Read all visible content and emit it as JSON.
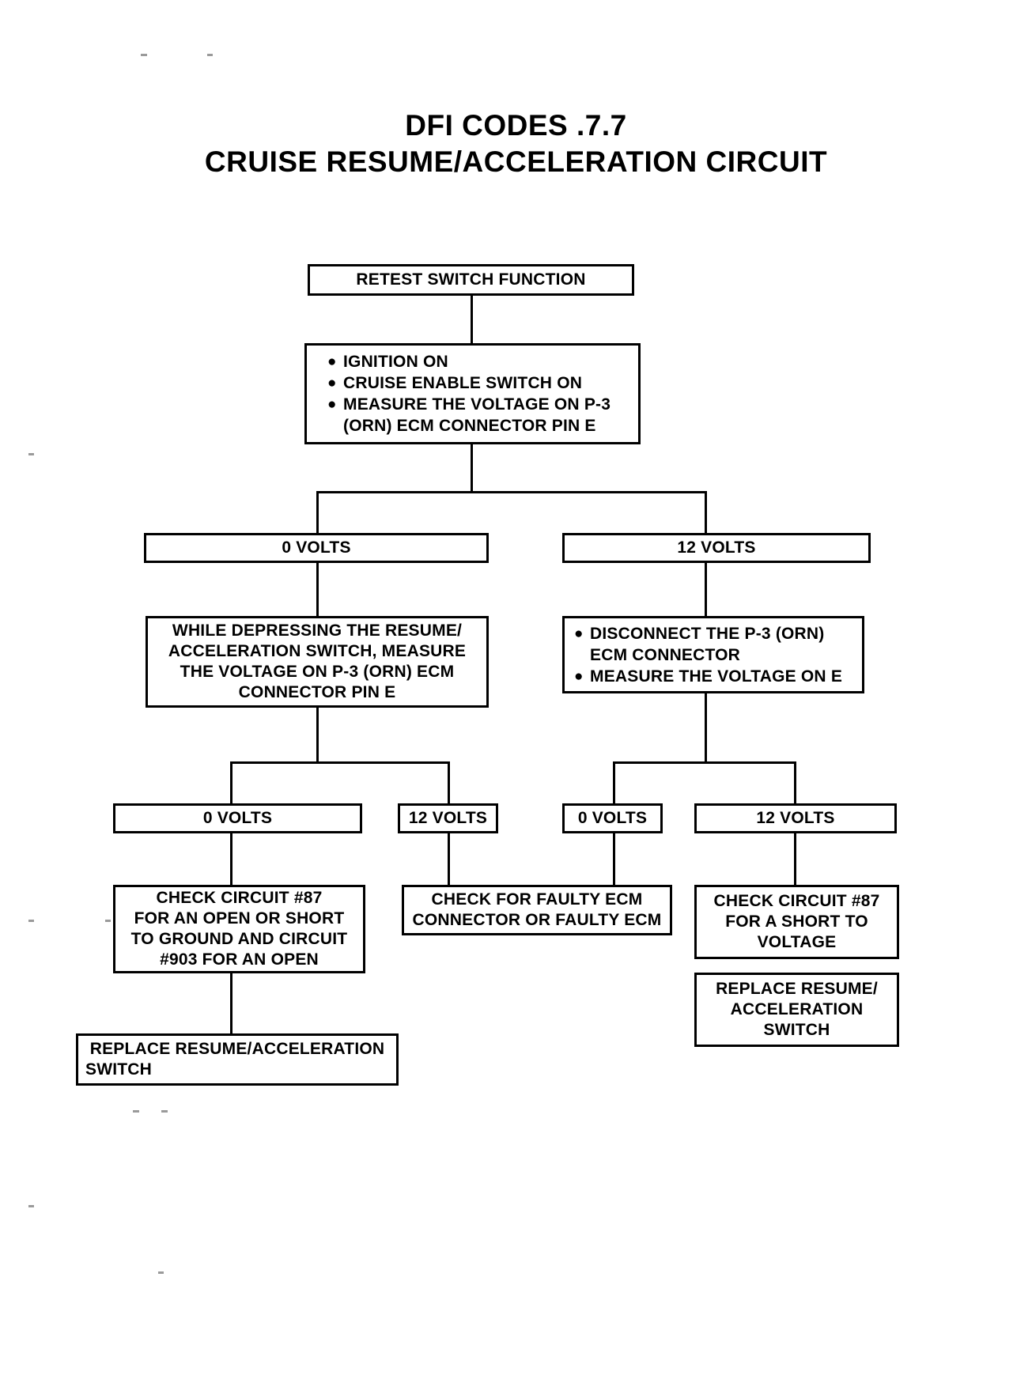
{
  "document": {
    "title_line1": "DFI CODES .7.7",
    "title_line2": "CRUISE RESUME/ACCELERATION CIRCUIT"
  },
  "chart_data": {
    "type": "flowchart",
    "title": "DFI CODES .7.7 CRUISE RESUME/ACCELERATION CIRCUIT",
    "orientation": "top-down",
    "node_count": 13
  },
  "nodes": {
    "start": {
      "label": "RETEST SWITCH FUNCTION"
    },
    "step1": {
      "bullet1": "IGNITION ON",
      "bullet2": "CRUISE ENABLE SWITCH ON",
      "bullet3": "MEASURE THE VOLTAGE ON P-3",
      "bullet3_cont": "(ORN) ECM CONNECTOR PIN E"
    },
    "branch_left": {
      "label": "0 VOLTS"
    },
    "branch_right": {
      "label": "12 VOLTS"
    },
    "left_measure": {
      "line1": "WHILE DEPRESSING THE RESUME/",
      "line2": "ACCELERATION SWITCH, MEASURE",
      "line3": "THE VOLTAGE ON P-3 (ORN) ECM",
      "line4": "CONNECTOR PIN E"
    },
    "right_measure": {
      "bullet1": "DISCONNECT THE P-3 (ORN)",
      "bullet1_cont": "ECM CONNECTOR",
      "bullet2": "MEASURE THE VOLTAGE ON E"
    },
    "left_0v": {
      "label": "0 VOLTS"
    },
    "left_12v": {
      "label": "12 VOLTS"
    },
    "right_0v": {
      "label": "0 VOLTS"
    },
    "right_12v": {
      "label": "12 VOLTS"
    },
    "check_87_open": {
      "line1": "CHECK CIRCUIT #87",
      "line2": "FOR AN OPEN OR SHORT",
      "line3": "TO GROUND AND CIRCUIT",
      "line4": "#903 FOR AN OPEN"
    },
    "replace_switch_left": {
      "line1": "REPLACE RESUME/ACCELERATION",
      "line2": "SWITCH"
    },
    "check_faulty_ecm": {
      "line1": "CHECK FOR FAULTY ECM",
      "line2": "CONNECTOR OR FAULTY ECM"
    },
    "check_87_short": {
      "line1": "CHECK CIRCUIT #87",
      "line2": "FOR A SHORT TO",
      "line3": "VOLTAGE"
    },
    "replace_switch_right": {
      "line1": "REPLACE RESUME/",
      "line2": "ACCELERATION",
      "line3": "SWITCH"
    }
  },
  "colors": {
    "ink": "#000000",
    "paper": "#ffffff"
  }
}
